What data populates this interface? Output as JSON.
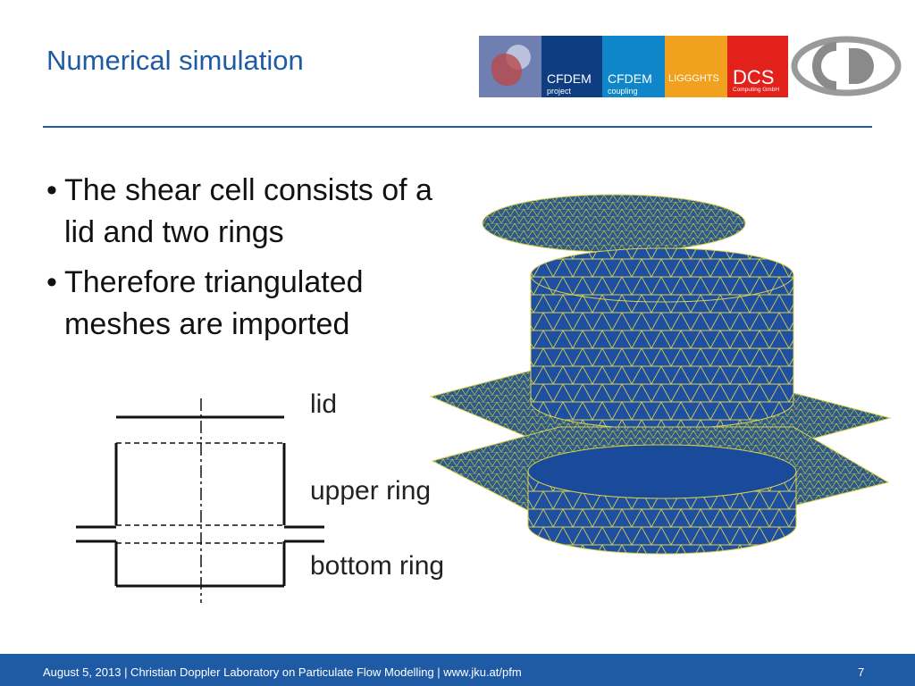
{
  "slide": {
    "title": "Numerical simulation",
    "bullets": [
      "The shear cell consists of a lid and two rings",
      "Therefore triangulated meshes are imported"
    ]
  },
  "logos": {
    "cfdem_project": {
      "name": "CFDEM",
      "sub": "project"
    },
    "cfdem_coupling": {
      "name": "CFDEM",
      "sub": "coupling"
    },
    "liggghts": {
      "name": "LIGGGHTS"
    },
    "dcs": {
      "name": "DCS",
      "sub": "Computing GmbH"
    },
    "colors": {
      "cfdem_project": "#0e3d82",
      "cfdem_coupling": "#0f86c9",
      "liggghts": "#f2a11e",
      "dcs": "#e2211b",
      "cd": "#8a8a8a"
    }
  },
  "schematic": {
    "labels": {
      "lid": "lid",
      "upper_ring": "upper ring",
      "bottom_ring": "bottom ring"
    }
  },
  "mesh": {
    "fill_color": "#1f4fa0",
    "edge_color": "#d8d04a"
  },
  "footer": {
    "text": "August 5, 2013 | Christian Doppler Laboratory on Particulate Flow Modelling | www.jku.at/pfm",
    "page_number": "7"
  }
}
